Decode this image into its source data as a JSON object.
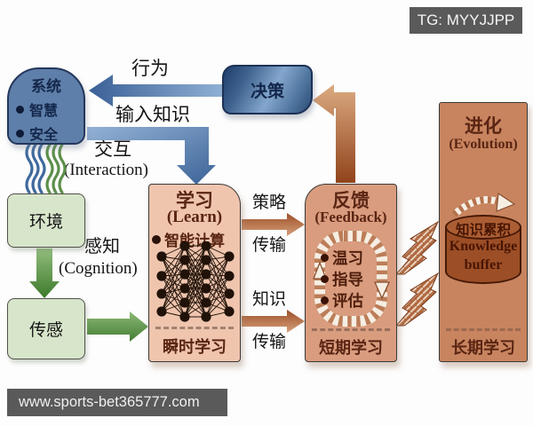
{
  "overlays": {
    "tg_badge": "TG: MYYJJPP",
    "watermark": "www.sports-bet365777.com"
  },
  "nodes": {
    "system": {
      "title": "系统",
      "bullets": [
        "智慧",
        "安全"
      ]
    },
    "decision": {
      "label": "决策"
    },
    "environment": {
      "label": "环境"
    },
    "sensing": {
      "label": "传感"
    },
    "learn": {
      "title": "学习",
      "subtitle": "(Learn)",
      "bullet": "智能计算",
      "footer": "瞬时学习"
    },
    "feedback": {
      "title": "反馈",
      "subtitle": "(Feedback)",
      "bullets": [
        "温习",
        "指导",
        "评估"
      ],
      "footer": "短期学习"
    },
    "evolution": {
      "title": "进化",
      "subtitle": "(Evolution)",
      "buffer_cn": "知识累积",
      "buffer_en_line1": "Knowledge",
      "buffer_en_line2": "buffer",
      "footer": "长期学习"
    }
  },
  "edge_labels": {
    "behavior": "行为",
    "input_knowledge": "输入知识",
    "interaction_cn": "交互",
    "interaction_en": "(Interaction)",
    "cognition_cn": "感知",
    "cognition_en": "(Cognition)",
    "strategy_cn": "策略",
    "strategy_transfer": "传输",
    "knowledge_cn": "知识",
    "knowledge_transfer": "传输"
  },
  "colors": {
    "system_blue": "#5e7fa9",
    "decision_blue_dark": "#1f3c6a",
    "blue_arrow": "#41679c",
    "green_box": "#d7e5ca",
    "green_arrow": "#4e8a3c",
    "learn_salmon": "#efc5ae",
    "feedback_salmon": "#d99c7e",
    "evolution_brown": "#c8845f",
    "cylinder_brown": "#9c4e26",
    "maroon_text": "#5a2513",
    "brown_arrow": "#a85a32",
    "badge_gray": "#5a5a5a"
  }
}
